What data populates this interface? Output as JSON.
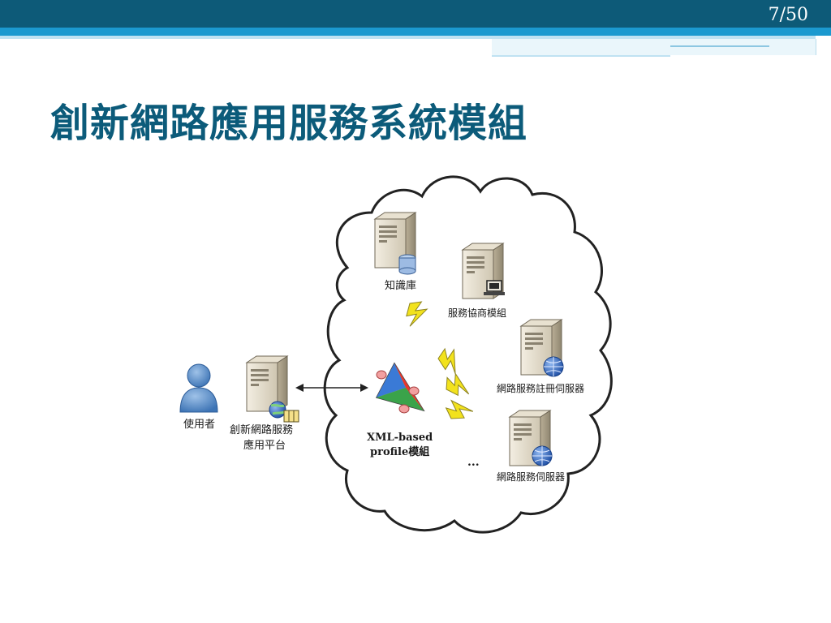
{
  "slide": {
    "page_number": "7/50",
    "title": "創新網路應用服務系統模組"
  },
  "diagram": {
    "user_label": "使用者",
    "platform_label_line1": "創新網路服務",
    "platform_label_line2": "應用平台",
    "knowledge_label": "知識庫",
    "negotiation_label": "服務協商模組",
    "registry_label": "網路服務註冊伺服器",
    "service_label": "網路服務伺服器",
    "xml_label_line1": "XML-based",
    "xml_label_line2": "profile模組",
    "ellipsis": "..."
  },
  "colors": {
    "header_dark": "#0d5a78",
    "header_light": "#1b99cf",
    "title": "#0c5b7a",
    "lightning": "#f2e21d"
  }
}
